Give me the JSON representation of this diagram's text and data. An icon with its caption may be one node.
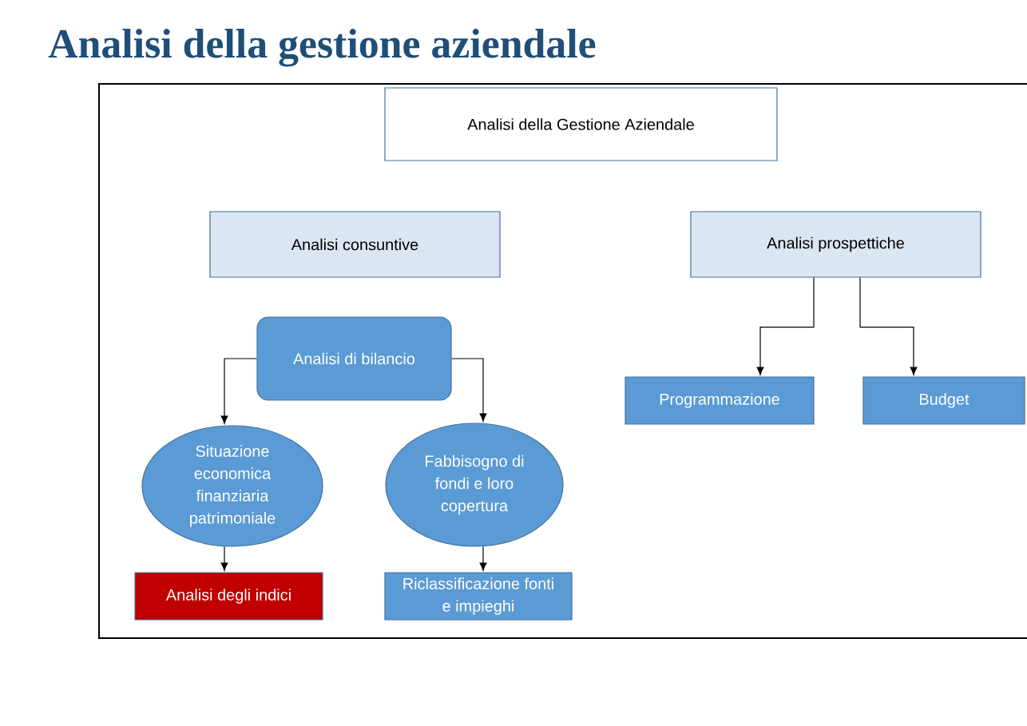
{
  "diagram": {
    "title": "Analisi della gestione aziendale",
    "nodes": [
      {
        "text": [
          "Analisi della Gestione Aziendale"
        ]
      },
      {
        "text": [
          "Analisi consuntive"
        ]
      },
      {
        "text": [
          "Analisi prospettiche"
        ]
      },
      {
        "text": [
          "Analisi di bilancio"
        ]
      },
      {
        "text": [
          "Situazione economica finanziaria patrimoniale"
        ]
      },
      {
        "text": [
          "Fabbisogno di fondi e loro copertura"
        ]
      },
      {
        "text": [
          "Analisi degli indici"
        ]
      },
      {
        "text": [
          "Riclassificazione fonti e impieghi"
        ]
      },
      {
        "text": [
          "Programmazione"
        ]
      },
      {
        "text": [
          "Budget"
        ]
      }
    ],
    "edges": [
      {
        "from": 3,
        "to": 4,
        "arrow": "to"
      },
      {
        "from": 3,
        "to": 5,
        "arrow": "to"
      },
      {
        "from": 4,
        "to": 6,
        "arrow": "to"
      },
      {
        "from": 5,
        "to": 7,
        "arrow": "to"
      },
      {
        "from": 2,
        "to": 8,
        "arrow": "to"
      },
      {
        "from": 2,
        "to": 9,
        "arrow": "to"
      }
    ]
  }
}
